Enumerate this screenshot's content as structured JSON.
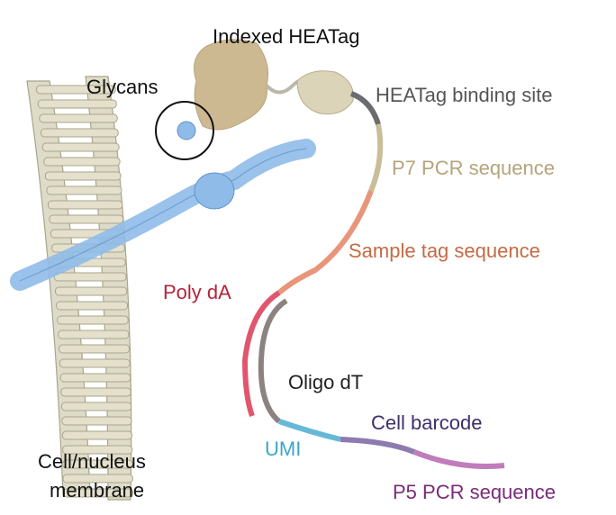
{
  "labels": {
    "indexed_heatag": "Indexed HEATag",
    "glycans": "Glycans",
    "heatag_binding_site": "HEATag binding site",
    "p7_pcr": "P7 PCR sequence",
    "sample_tag": "Sample tag sequence",
    "poly_da": "Poly dA",
    "oligo_dt": "Oligo dT",
    "cell_barcode": "Cell barcode",
    "umi": "UMI",
    "p5_pcr": "P5 PCR sequence",
    "membrane_line1": "Cell/nucleus",
    "membrane_line2": "membrane"
  },
  "colors": {
    "heatag_binding_site": "#6b6b70",
    "p7_pcr": "#c9bd9a",
    "sample_tag": "#e8957a",
    "poly_da": "#e0566e",
    "oligo_dt": "#8c8280",
    "umi": "#66b8d8",
    "cell_barcode": "#8d7bb0",
    "p5_pcr": "#c07cbc",
    "protein": "#cdb991",
    "glycoprotein": "#8fbbe8",
    "membrane": "#d8d4c0"
  }
}
